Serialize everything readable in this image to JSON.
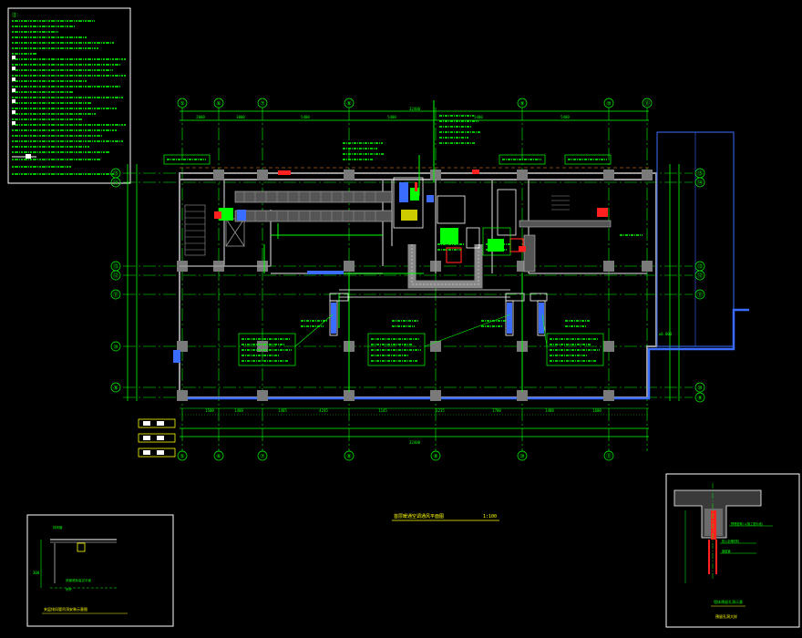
{
  "drawing": {
    "main_title": "首层暖通空调通风平面图",
    "main_scale": "1:100",
    "detail_left_title": "夹层排风管吊顶安装示意图",
    "detail_right_title": "墙体预留孔洞示意",
    "detail_right_sub": "预留孔洞大样",
    "notes_title": "注：",
    "grid_top": [
      "⑤",
      "⑥",
      "⑦",
      "⑧",
      "⑨",
      "⑩",
      "⑪"
    ],
    "grid_bottom": [
      "⑤",
      "⑥",
      "⑦",
      "⑧",
      "⑨",
      "⑩",
      "⑪"
    ],
    "grid_left": [
      "⑮",
      "⑭",
      "⑬",
      "⑫",
      "⑪",
      "⑩",
      "⑨"
    ],
    "grid_right": [
      "⑮",
      "⑭",
      "⑬",
      "⑫",
      "⑪",
      "⑩",
      "⑨"
    ],
    "dims_top": [
      "2000",
      "3000",
      "5400",
      "5400",
      "5400",
      "5400"
    ],
    "dims_bottom": [
      "1500",
      "1400",
      "1405",
      "4245",
      "1145",
      "1215",
      "1700",
      "1400",
      "1600"
    ],
    "overall_dim": "32400",
    "elev_note": "±0.000",
    "detail_left_dim": "300",
    "detail_left_notes": [
      "排风管",
      "风管底标高见平面",
      "吊杆"
    ],
    "detail_right_notes": [
      "预埋套管(以施工图为准)",
      "防火封堵材料",
      "钢套管"
    ],
    "colors": {
      "bg": "#000000",
      "green": "#00ff00",
      "white": "#ffffff",
      "cyan": "#00ffff",
      "blue": "#3a6cff",
      "red": "#ff2020",
      "yellow": "#ffff00",
      "grey": "#7a7a7a"
    }
  }
}
